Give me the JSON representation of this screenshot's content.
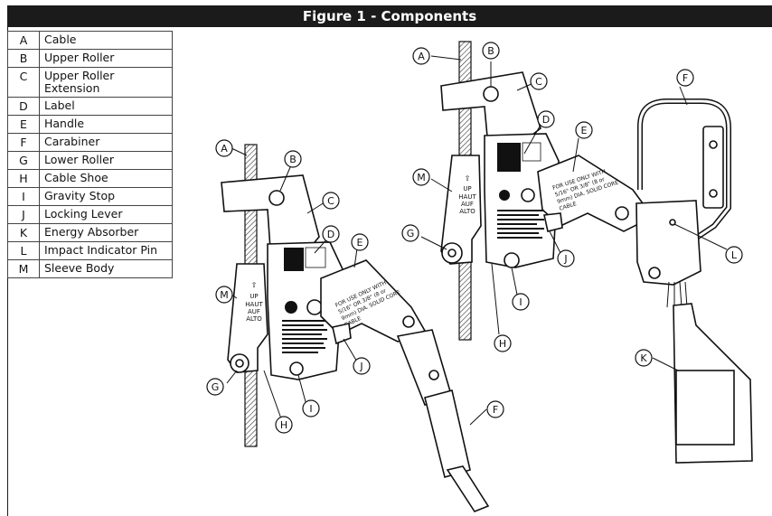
{
  "title": "Figure 1 - Components",
  "components": [
    {
      "letter": "A",
      "name": "Cable"
    },
    {
      "letter": "B",
      "name": "Upper Roller"
    },
    {
      "letter": "C",
      "name": "Upper Roller Extension"
    },
    {
      "letter": "D",
      "name": "Label"
    },
    {
      "letter": "E",
      "name": "Handle"
    },
    {
      "letter": "F",
      "name": "Carabiner"
    },
    {
      "letter": "G",
      "name": "Lower Roller"
    },
    {
      "letter": "H",
      "name": "Cable Shoe"
    },
    {
      "letter": "I",
      "name": "Gravity Stop"
    },
    {
      "letter": "J",
      "name": "Locking Lever"
    },
    {
      "letter": "K",
      "name": "Energy Absorber"
    },
    {
      "letter": "L",
      "name": "Impact Indicator Pin"
    },
    {
      "letter": "M",
      "name": "Sleeve Body"
    }
  ],
  "device_labels": {
    "sleeve_text": [
      "UP",
      "HAUT",
      "AUF",
      "ALTO"
    ],
    "handle_text": [
      "FOR USE ONLY WITH",
      "5/16\" OR 3/8\" (8 or",
      "9mm) DIA. SOLID CORE",
      "CABLE"
    ]
  }
}
